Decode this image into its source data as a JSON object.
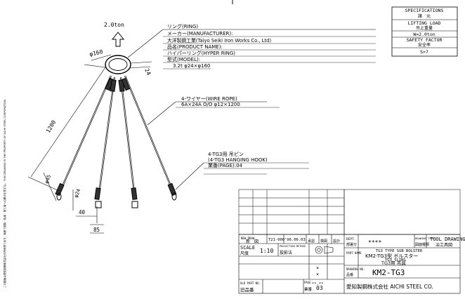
{
  "spec": {
    "title": "SPECIFICATIONS",
    "title_jp": "諸　元",
    "lift_label": "LIFTING LOAD",
    "lift_label_jp": "吊上重量",
    "lift_value": "W=2.0ton",
    "safety_label": "SAFETY FACTOR",
    "safety_label_jp": "安全率",
    "safety_value": "S>7"
  },
  "load_arrow_label": "2.0ton",
  "ring_note": {
    "line1": "リング(RING)",
    "line2": "メーカー(MANUFACTURER):",
    "line3": "大洋製鋼工業(Taiyo Seiki Iron Works Co., Ltd)",
    "line4": "品名(PRODUCT NAME):",
    "line5": "ハイパーリング(HYPER RING)",
    "line6": "型式(MODEL):",
    "line7": "3.2t φ24×φ160"
  },
  "wire_note": {
    "line1": "4-ワイヤー(WIRE ROPE)",
    "line2": "6A×24A O/O φ12×1200"
  },
  "hook_note": {
    "line1": "4-TG3用 吊ピン",
    "line2": "(4-TG3 HANGING HOOK)",
    "line3": "業番(PAGE):04"
  },
  "dims": {
    "ring_dia": "φ160",
    "ring_thk": "24",
    "length": "1200",
    "hook_dia": "φ45",
    "pin_dia": "φ24",
    "d40": "40",
    "d85": "85"
  },
  "side_text": "この図面は愛知製鋼株式会社の所有物であり、無断で複製・転用・第三者への開示を禁ずる。 THIS DRAWING IS THE PROPERTY OF AICHI STEEL CORPORATION.",
  "title_block": {
    "new_draw": "新　図",
    "no_label": "NEW DRAW",
    "t21": "T21-000",
    "date": "'96.06.03",
    "approved": "承認",
    "checked": "検図",
    "designed": "設計",
    "scale_label": "SCALE",
    "scale_jp": "尺度",
    "scale_value": "1:10",
    "projection_label": "PROJECTION METHOD",
    "projection_jp": "投影法",
    "x_mark": "×",
    "dots": "**.**",
    "dept_label": "DEPT.",
    "dept_jp": "部署分",
    "stars": "****",
    "drawing_type_label": "DRAWING TYPE",
    "drawing_type_jp": "図面種類",
    "tool_drawing": "TOOL DRAWING",
    "tool_drawing_jp": "冶工具図",
    "part_label": "PART NAME",
    "part_line1": "TG3 TYPE SUB BOLSTER",
    "part_line2": "KM2-TG3型 ボルスター",
    "part_line3": "TG3 SLING",
    "part_line4": "TG3用 吊具",
    "drw_no_label": "DRAWING NO.",
    "drw_no_jp": "品番",
    "drw_no": "KM2-TG3",
    "old_label": "旧品番",
    "old_part": "OLD PART NO.",
    "page_label": "PAGE",
    "page_jp": "業番",
    "page_value": "03",
    "company": "愛知製鋼株式会社 AICHI STEEL CO."
  }
}
